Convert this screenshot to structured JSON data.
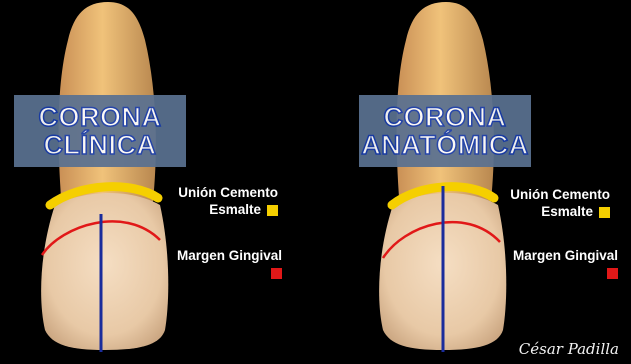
{
  "left": {
    "title_line1": "CORONA",
    "title_line2": "CLÍNICA",
    "uce_label_line1": "Unión Cemento",
    "uce_label_line2": "Esmalte",
    "margin_label": "Margen Gingival"
  },
  "right": {
    "title_line1": "CORONA",
    "title_line2": "ANATÓMICA",
    "uce_label_line1": "Unión Cemento",
    "uce_label_line2": "Esmalte",
    "margin_label": "Margen Gingival"
  },
  "colors": {
    "uce": "#f5cf00",
    "margin": "#e11818",
    "axis": "#1a2c9c",
    "box": "#5a7191"
  },
  "signature": "César Padilla"
}
